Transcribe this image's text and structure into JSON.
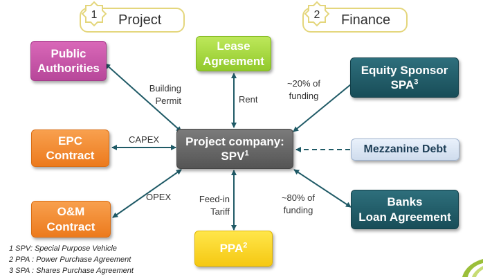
{
  "headers": {
    "project": {
      "number": "1",
      "label": "Project"
    },
    "finance": {
      "number": "2",
      "label": "Finance"
    }
  },
  "boxes": {
    "center": {
      "line1": "Project company:",
      "line2": "SPV",
      "sup": "1"
    },
    "public_authorities": {
      "line1": "Public",
      "line2": "Authorities"
    },
    "lease": {
      "line1": "Lease",
      "line2": "Agreement"
    },
    "epc": {
      "line1": "EPC",
      "line2": "Contract"
    },
    "om": {
      "line1": "O&M",
      "line2": "Contract"
    },
    "ppa": {
      "text": "PPA",
      "sup": "2"
    },
    "equity": {
      "line1": "Equity Sponsor",
      "line2": "SPA",
      "sup": "3"
    },
    "mezzanine": {
      "text": "Mezzanine Debt"
    },
    "banks": {
      "line1": "Banks",
      "line2": "Loan Agreement"
    }
  },
  "labels": {
    "building_permit": {
      "line1": "Building",
      "line2": "Permit"
    },
    "rent": "Rent",
    "capex": "CAPEX",
    "opex": "OPEX",
    "feed_in": {
      "line1": "Feed-in",
      "line2": "Tariff"
    },
    "equity_funding": {
      "line1": "~20% of",
      "line2": "funding"
    },
    "debt_funding": {
      "line1": "~80% of",
      "line2": "funding"
    }
  },
  "footnotes": [
    "1 SPV: Special Purpose Vehicle",
    "2 PPA : Power Purchase Agreement",
    "3 SPA : Shares Purchase Agreement"
  ],
  "colors": {
    "center": "#5f5f5f",
    "public_authorities": "#c756a9",
    "lease": "#a6d63f",
    "contracts": "#f08a2e",
    "ppa": "#f9d423",
    "finance": "#1f5a66",
    "mezzanine": "#dce6f2",
    "arrows": "#1f5a66",
    "header_border": "#e4d67c"
  }
}
